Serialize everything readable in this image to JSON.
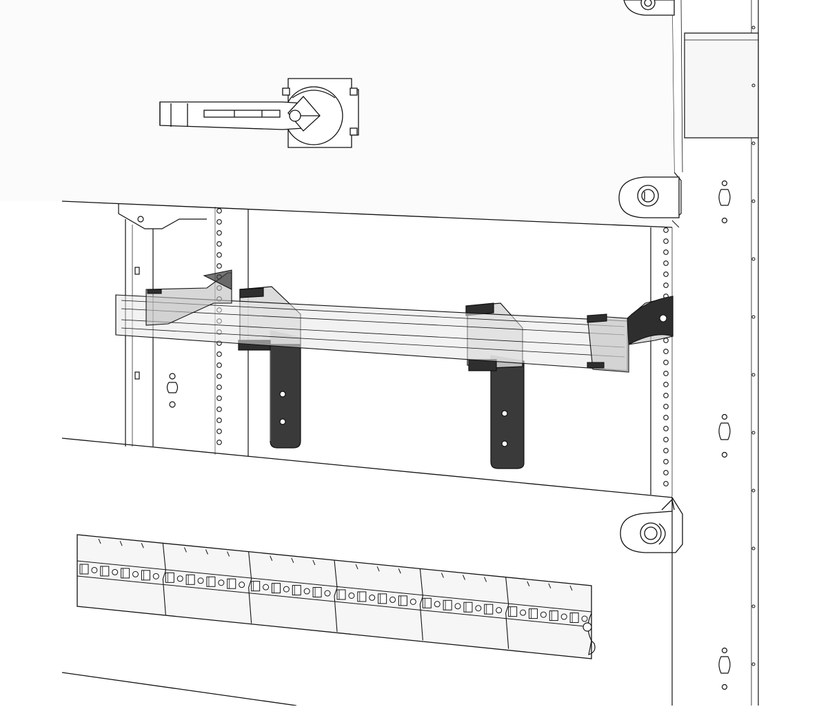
{
  "diagram": {
    "labels": [],
    "colors": {
      "line": "#111111",
      "panel": "#f4f4f4",
      "panel_light": "#fafafa",
      "shade": "#d9d9d9",
      "bracket_dark": "#3a3a3a",
      "bracket_mid": "#6a6a6a",
      "rail_ghost": "#cfcfcf",
      "background": "#ffffff"
    },
    "components": {
      "handle": "rotary-switch-handle",
      "rail": "transparent-mounting-rail",
      "brackets": "dark-support-brackets",
      "terminals": "terminal-block-strip",
      "latches": "cabinet-door-latches"
    },
    "counts": {
      "terminal_block_segments": 6,
      "support_brackets": 2,
      "latches": 3
    }
  }
}
